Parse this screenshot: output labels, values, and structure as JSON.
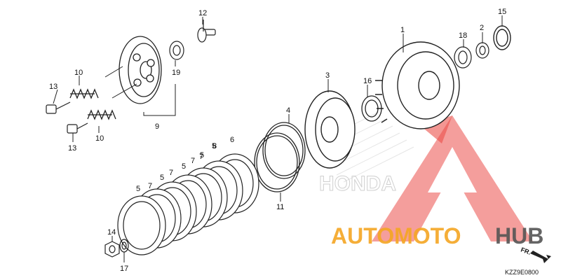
{
  "diagram": {
    "callouts": [
      "1",
      "2",
      "3",
      "4",
      "5",
      "5",
      "5",
      "5",
      "5",
      "6",
      "7",
      "7",
      "7",
      "7",
      "8",
      "9",
      "10",
      "10",
      "11",
      "12",
      "13",
      "13",
      "14",
      "15",
      "16",
      "17",
      "18",
      "19"
    ],
    "direction_label": "FR.",
    "diagram_code": "KZZ9E0800"
  },
  "watermark": {
    "brand_part1": "AUTOMOTO",
    "brand_part2": "HUB",
    "faint_text": "HONDA",
    "colors": {
      "accent": "#f5a623",
      "dark": "#555555",
      "logo_red": "#e8302a"
    }
  }
}
